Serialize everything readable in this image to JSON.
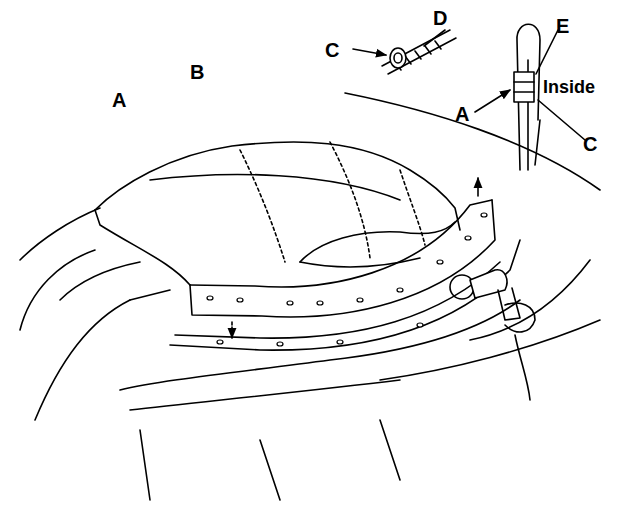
{
  "diagram": {
    "labels": [
      "D",
      "C",
      "E",
      "Inside",
      "A",
      "B",
      "A",
      "C"
    ]
  }
}
